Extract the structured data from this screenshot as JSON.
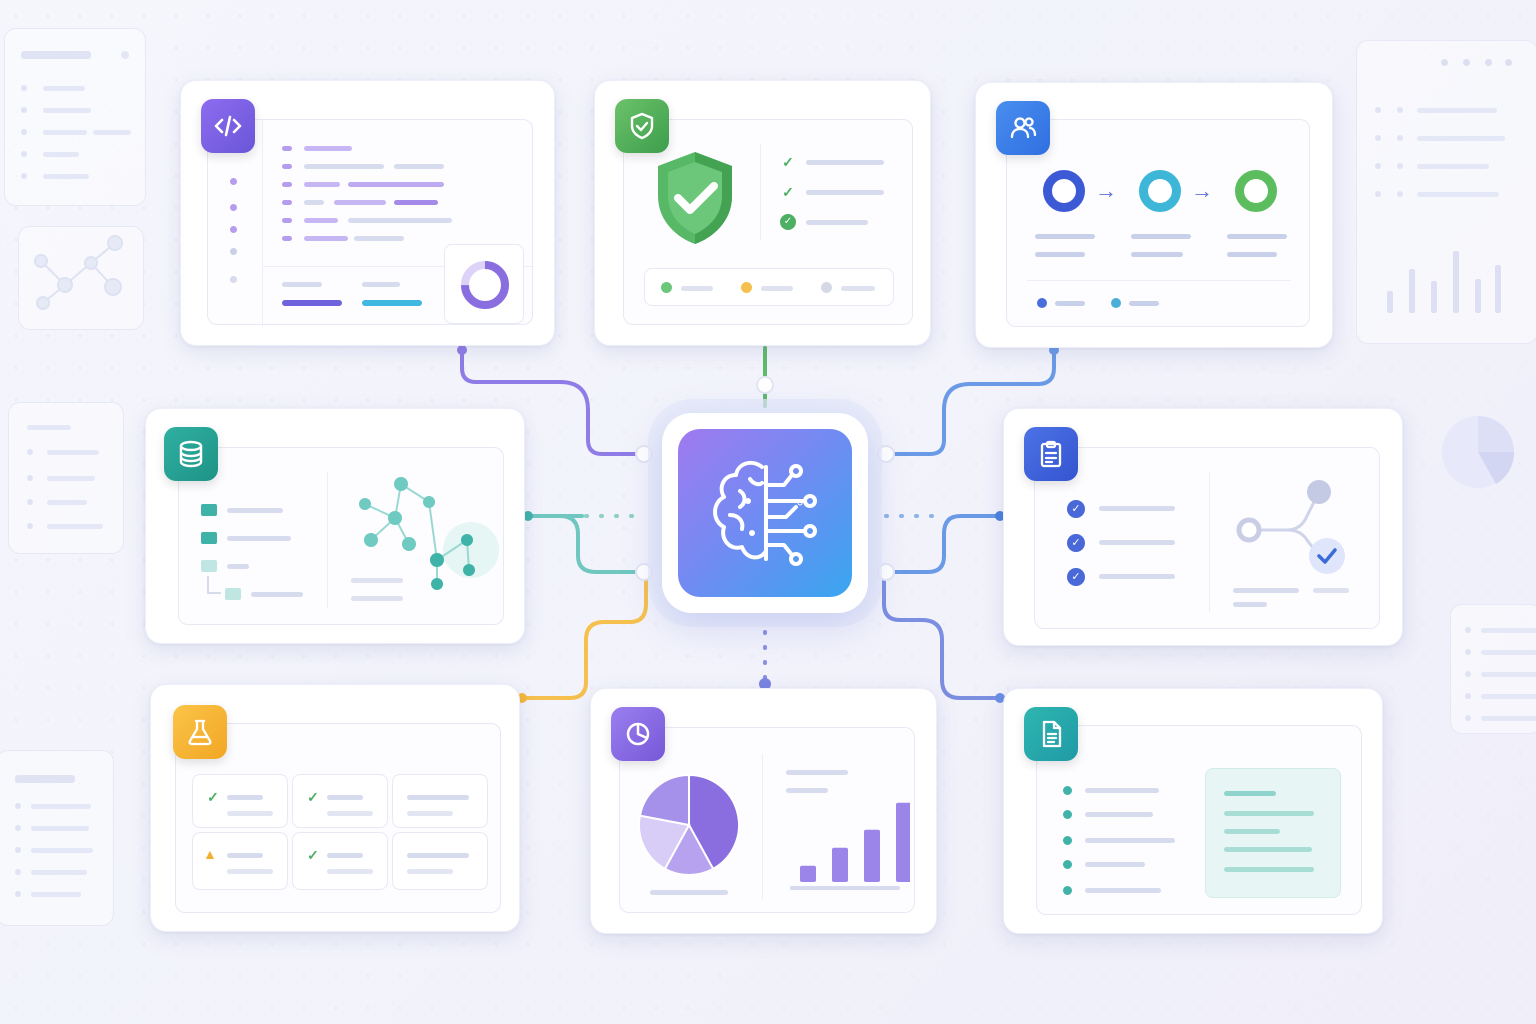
{
  "icons": {
    "code": "code-icon",
    "shield": "shield-check-icon",
    "team": "users-icon",
    "database": "database-icon",
    "clipboard": "clipboard-icon",
    "lab": "flask-icon",
    "analytics": "pie-chart-icon",
    "document": "document-icon",
    "hub": "brain-circuit-icon"
  },
  "colors": {
    "code": "#7b5ce0",
    "security": "#4caf62",
    "team": "#3a7de6",
    "data": "#26a69a",
    "tasks": "#4a68d8",
    "testing": "#f5b63a",
    "analytics": "#8a6ee0",
    "docs": "#26a6a6",
    "hub_start": "#a07af0",
    "hub_end": "#38a6f0"
  },
  "chart_data": {
    "type": "bar",
    "values": [
      18,
      38,
      58,
      88
    ],
    "ylim": [
      0,
      100
    ]
  },
  "pie_data": {
    "type": "pie",
    "values": [
      42,
      16,
      20,
      22
    ]
  }
}
